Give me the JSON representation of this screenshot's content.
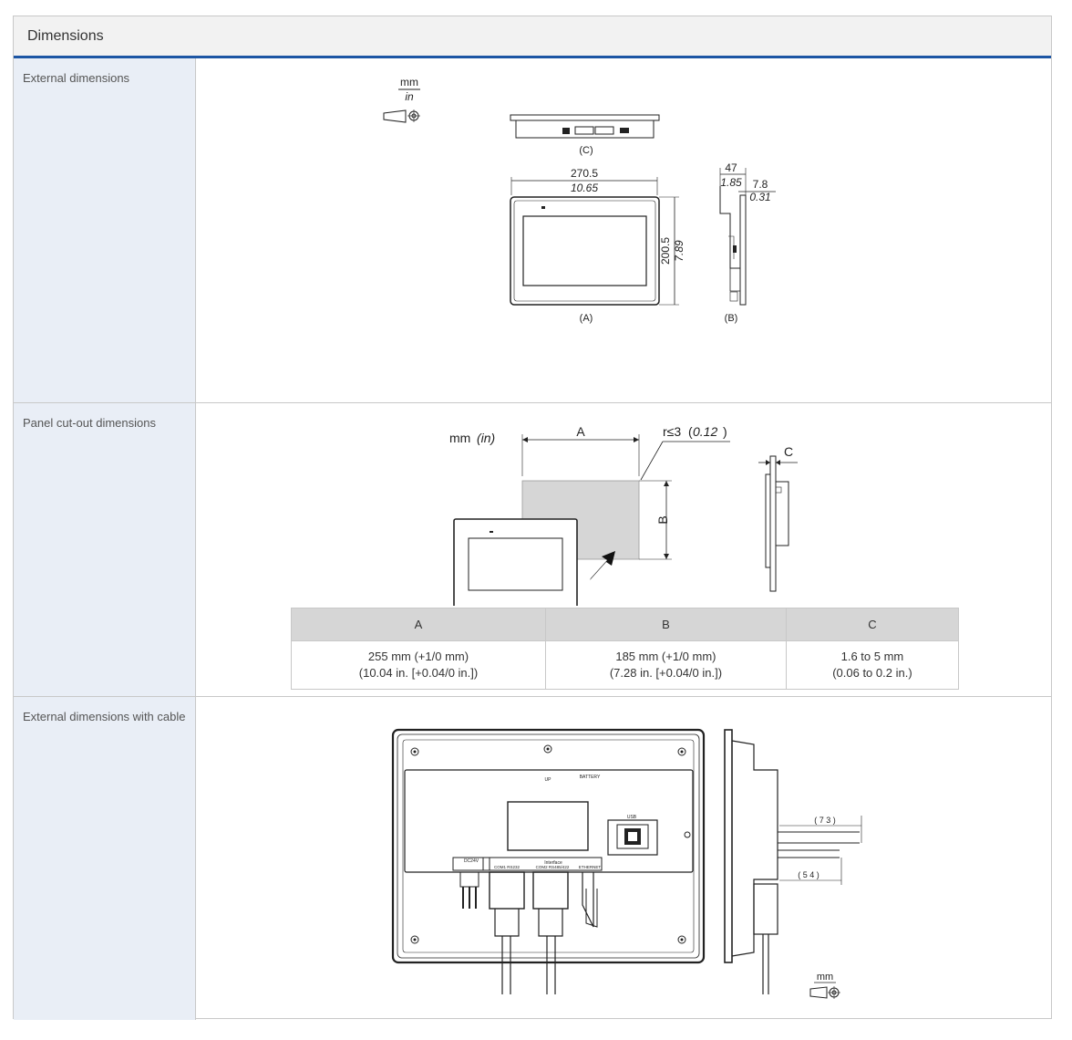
{
  "header": {
    "title": "Dimensions"
  },
  "rows": [
    {
      "label": "External dimensions",
      "figure": {
        "unit_mm": "mm",
        "unit_in": "in",
        "view_c": "(C)",
        "view_a": "(A)",
        "view_b": "(B)",
        "width_mm": "270.5",
        "width_in": "10.65",
        "height_mm": "200.5",
        "height_in": "7.89",
        "depth_mm": "47",
        "depth_in": "1.85",
        "panel_mm": "7.8",
        "panel_in": "0.31"
      }
    },
    {
      "label": "Panel cut-out dimensions",
      "figure": {
        "unit": "mm",
        "unit_in": "(in)",
        "dim_a": "A",
        "dim_b": "B",
        "dim_c": "C",
        "radius_prefix": "r≤3",
        "radius_in": "0.12"
      },
      "table": {
        "headers": [
          "A",
          "B",
          "C"
        ],
        "cells": [
          {
            "line1": "255 mm (+1/0 mm)",
            "line2": "(10.04 in. [+0.04/0 in.])"
          },
          {
            "line1": "185 mm (+1/0 mm)",
            "line2": "(7.28 in. [+0.04/0 in.])"
          },
          {
            "line1": "1.6 to 5 mm",
            "line2": "(0.06 to 0.2 in.)"
          }
        ]
      }
    },
    {
      "label": "External dimensions with cable",
      "figure": {
        "dim_73": "( 7 3 )",
        "dim_54": "( 5 4 )",
        "unit": "mm",
        "lbl_up": "UP",
        "lbl_battery": "BATTERY",
        "lbl_usb": "USB",
        "lbl_dc24v": "DC24V",
        "lbl_interface": "Interface",
        "lbl_com1": "COM1 RS232",
        "lbl_com2": "COM2 RS485/422",
        "lbl_ethernet": "ETHERNET"
      }
    }
  ]
}
